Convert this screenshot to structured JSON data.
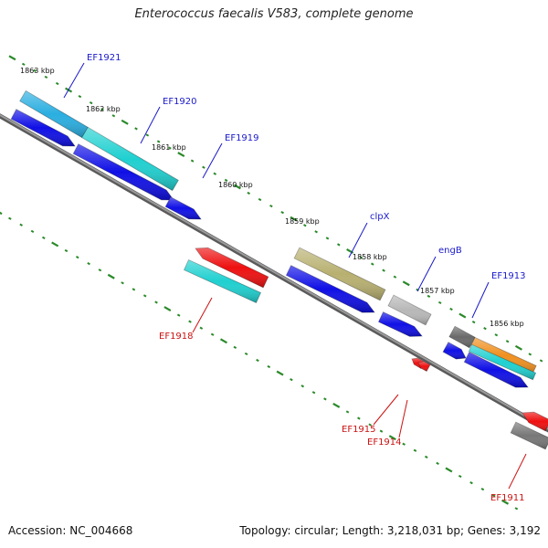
{
  "title": "Enterococcus faecalis V583, complete genome",
  "footer": {
    "accession": "Accession: NC_004668",
    "summary": "Topology: circular; Length: 3,218,031 bp; Genes: 3,192"
  },
  "colors": {
    "backbone": "#7a7a7a",
    "tick": "#2a8a2a",
    "forward_label": "#1a1acc",
    "reverse_label": "#cc1111",
    "blue": "#1010e6",
    "cyan": "#20d0d0",
    "sky": "#2aaee0",
    "red": "#ee1010",
    "olive": "#b8b070",
    "gray": "#b8b8b8",
    "dark_gray": "#6a6a6a",
    "orange": "#f09020"
  },
  "kbp_labels": [
    "1863 kbp",
    "1862 kbp",
    "1861 kbp",
    "1860 kbp",
    "1859 kbp",
    "1858 kbp",
    "1857 kbp",
    "1856 kbp"
  ],
  "forward_gene_labels": [
    "EF1921",
    "EF1920",
    "EF1919",
    "clpX",
    "engB",
    "EF1913"
  ],
  "reverse_gene_labels": [
    "EF1918",
    "EF1915",
    "EF1914",
    "EF1911"
  ]
}
